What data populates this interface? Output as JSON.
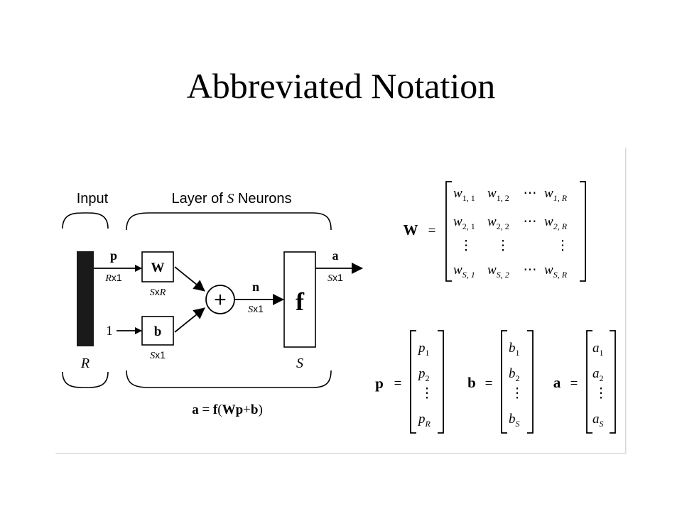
{
  "title": "Abbreviated Notation",
  "diagram": {
    "input_label": "Input",
    "layer_label_pre": "Layer of ",
    "layer_label_var": "S",
    "layer_label_post": " Neurons",
    "input_dim": "R",
    "layer_dim": "S",
    "p_label": "p",
    "p_size_var": "R",
    "p_size_rest": "x1",
    "W_label": "W",
    "W_size_var1": "S",
    "W_size_mid": "x",
    "W_size_var2": "R",
    "bias_input": "1",
    "b_label": "b",
    "b_size_var": "S",
    "b_size_rest": "x1",
    "sum_symbol": "+",
    "n_label": "n",
    "n_size_var": "S",
    "n_size_rest": "x1",
    "f_label": "f",
    "a_label": "a",
    "a_size_var": "S",
    "a_size_rest": "x1",
    "eq_a": "a",
    "eq_eq": " = ",
    "eq_f": "f",
    "eq_open": "(",
    "eq_W": "W",
    "eq_p": "p",
    "eq_plus": "+",
    "eq_b": "b",
    "eq_close": ")"
  },
  "matrices": {
    "W_name": "W",
    "p_name": "p",
    "b_name": "b",
    "a_name": "a",
    "equals": "=",
    "dots_h": "⋯",
    "dots_v": "⋮",
    "w": "w",
    "sub_11": "1, 1",
    "sub_12": "1, 2",
    "sub_1R": "1, R",
    "sub_21": "2, 1",
    "sub_22": "2, 2",
    "sub_2R": "2, R",
    "sub_S1": "S, 1",
    "sub_S2": "S, 2",
    "sub_SR": "S, R",
    "p_el": "p",
    "b_el": "b",
    "a_el": "a",
    "sub_1": "1",
    "sub_2": "2",
    "sub_R": "R",
    "sub_S": "S"
  }
}
